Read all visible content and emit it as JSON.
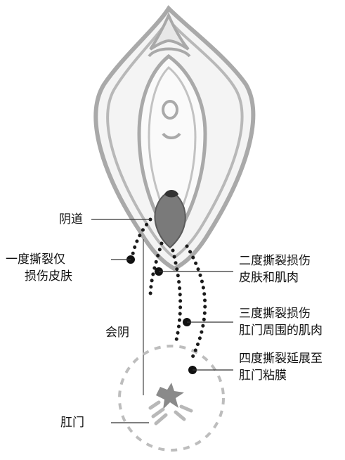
{
  "labels": {
    "vagina": "阴道",
    "first_degree": [
      "一度撕裂仅",
      "损伤皮肤"
    ],
    "second_degree": [
      "二度撕裂损伤",
      "皮肤和肌肉"
    ],
    "perineum": "会阴",
    "third_degree": [
      "三度撕裂损伤",
      "肛门周围的肌肉"
    ],
    "fourth_degree": [
      "四度撕裂延展至",
      "肛门粘膜"
    ],
    "anus": "肛门"
  },
  "colors": {
    "outline_gray": "#a9a9a9",
    "fill_light": "#f1f1f1",
    "vaginal_opening": "#6e6e6e",
    "tear_dots": "#1a1a1a",
    "anal_ring": "#bdbdbd"
  }
}
